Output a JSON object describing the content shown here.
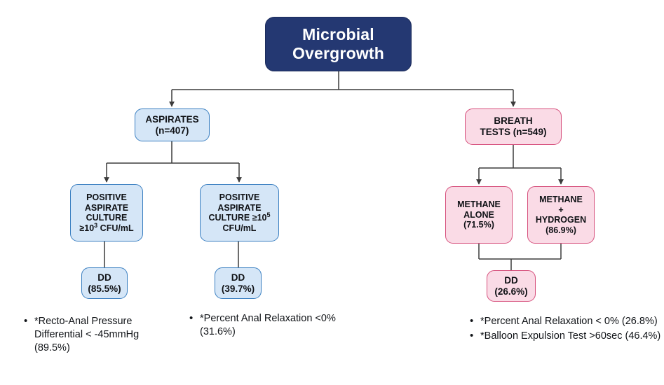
{
  "diagram": {
    "title": "Microbial Overgrowth diagnostic flowchart",
    "colors": {
      "root_fill": "#243872",
      "root_text": "#ffffff",
      "blue_fill": "#d5e6f7",
      "blue_border": "#3a7fc1",
      "pink_fill": "#fadbe6",
      "pink_border": "#d64f7c",
      "edge": "#3b3b3b",
      "text": "#111418"
    },
    "root": {
      "line1": "Microbial",
      "line2": "Overgrowth"
    },
    "branches": {
      "aspirates": {
        "line1": "ASPIRATES",
        "line2": "(n=407)",
        "children": [
          {
            "line1": "POSITIVE",
            "line2": "ASPIRATE",
            "line3": "CULTURE",
            "line4_pre": "≥10",
            "line4_sup": "3",
            "line4_post": " CFU/mL",
            "dd_label": "DD",
            "dd_value": "(85.5%)"
          },
          {
            "line1": "POSITIVE",
            "line2": "ASPIRATE",
            "line3_pre": "CULTURE ≥10",
            "line3_sup": "5",
            "line4": "CFU/mL",
            "dd_label": "DD",
            "dd_value": "(39.7%)"
          }
        ]
      },
      "breath_tests": {
        "line1": "BREATH",
        "line2": "TESTS (n=549)",
        "children": [
          {
            "line1": "METHANE",
            "line2": "ALONE",
            "line3": "(71.5%)"
          },
          {
            "line1": "METHANE",
            "line2": "+",
            "line3": "HYDROGEN",
            "line4": "(86.9%)"
          }
        ],
        "dd_label": "DD",
        "dd_value": "(26.6%)"
      }
    },
    "footnotes": {
      "left": [
        "*Recto-Anal Pressure Differential < -45mmHg (89.5%)"
      ],
      "middle": [
        "*Percent Anal Relaxation <0% (31.6%)"
      ],
      "right": [
        "*Percent Anal Relaxation < 0% (26.8%)",
        "*Balloon Expulsion Test >60sec (46.4%)"
      ]
    }
  }
}
